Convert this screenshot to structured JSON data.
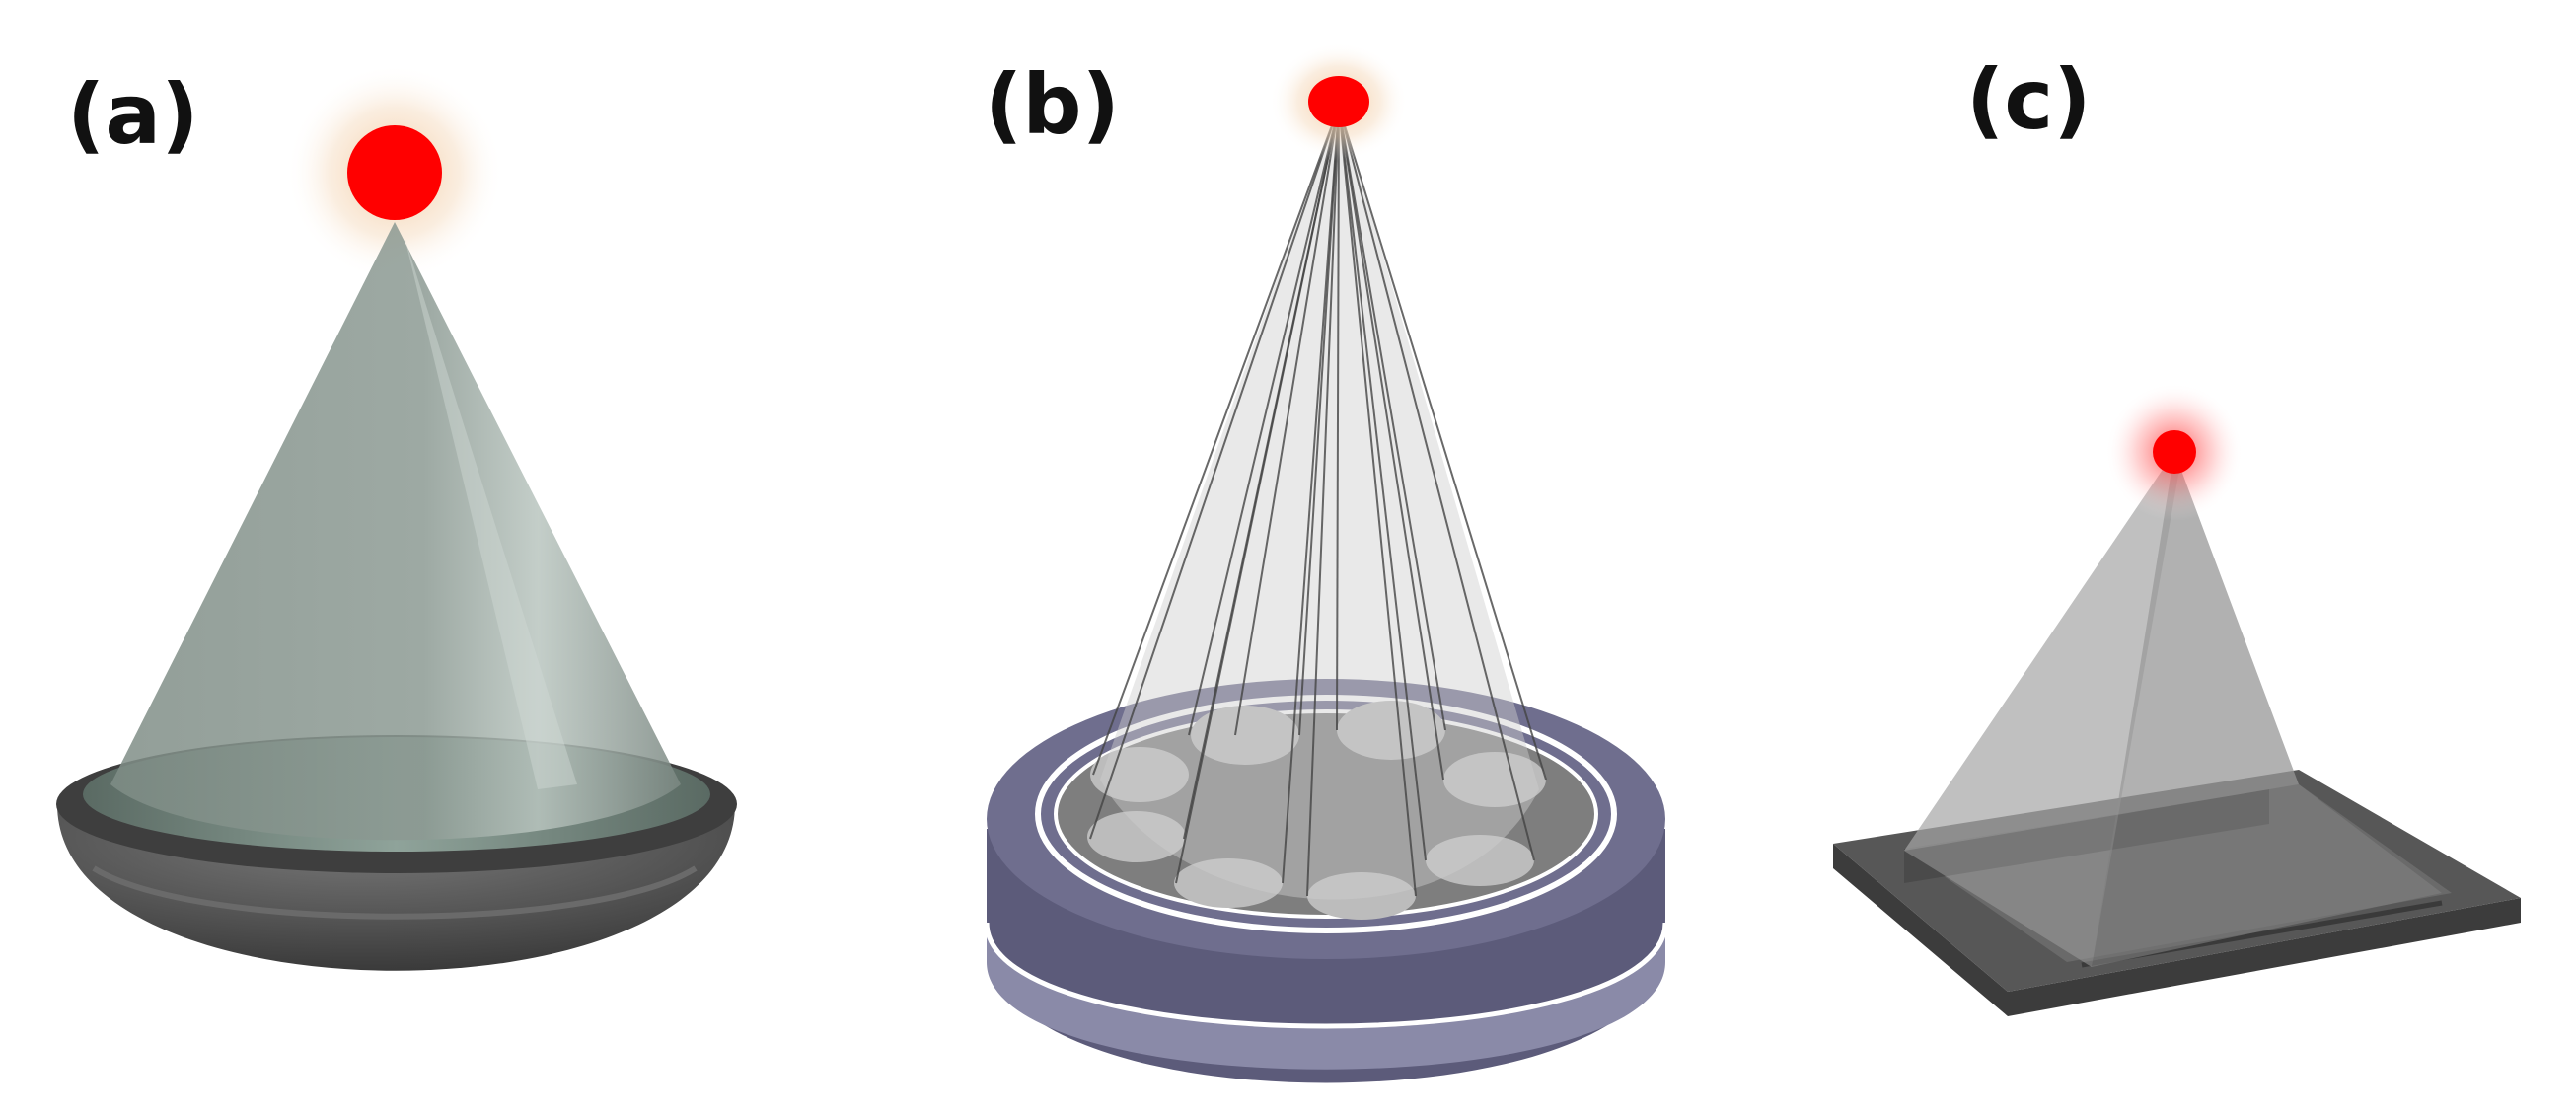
{
  "labels": {
    "a": "(a)",
    "b": "(b)",
    "c": "(c)"
  },
  "colors": {
    "source": "#ff0000",
    "cone_a": "#8e9c95",
    "bowl": "#555555",
    "cone_b": "#c8c8c8",
    "disk_top": "#7e7e7e",
    "disk_side": "#5c5b7a",
    "disk_band": "#8a8aa8",
    "ring": "#ffffff",
    "cone_c": "#8f8f8f",
    "plate": "#4a4a4a"
  },
  "panels": [
    {
      "id": "a",
      "source": "point",
      "beam": "cone",
      "target": "bowl"
    },
    {
      "id": "b",
      "source": "point",
      "beam": "multi-cone",
      "target": "disk",
      "spots": 8
    },
    {
      "id": "c",
      "source": "point",
      "beam": "pyramid",
      "target": "plate"
    }
  ]
}
